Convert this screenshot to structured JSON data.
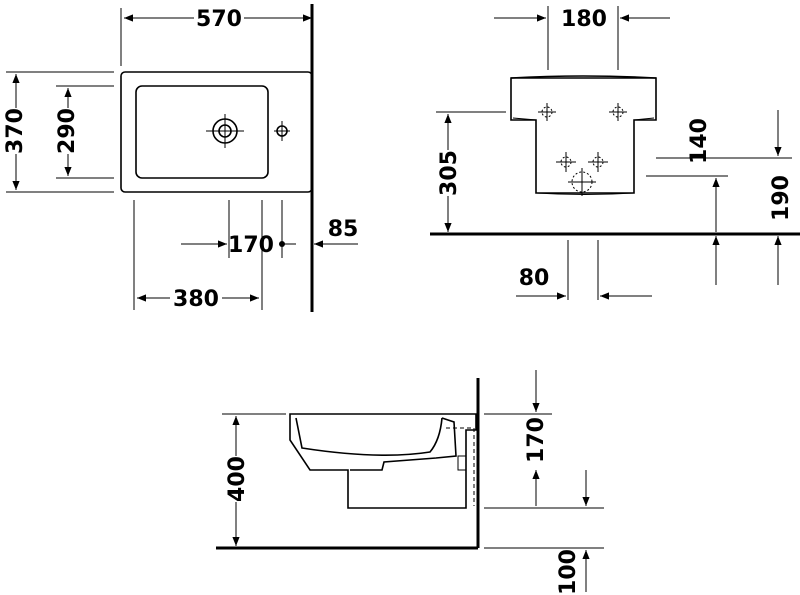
{
  "dimensions": {
    "top_view": {
      "width": "570",
      "depth": "370",
      "bowl_depth": "290",
      "tap_offset": "170",
      "wall_gap": "85",
      "basin_width": "380"
    },
    "front_view": {
      "fixing_spacing": "180",
      "fixing_height": "305",
      "tap_height_a": "140",
      "tap_height_b": "190",
      "offset_80": "80"
    },
    "side_view": {
      "height": "400",
      "bracket_170": "170",
      "bottom_100": "100"
    }
  }
}
